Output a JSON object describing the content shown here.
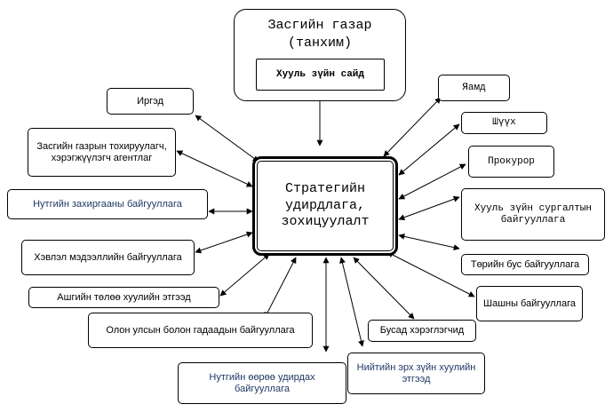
{
  "government": {
    "title": "Засгийн газар (танхим)",
    "law_council": "Хууль зүйн сайд"
  },
  "center": {
    "label": "Стратегийн удирдлага, зохицуулалт"
  },
  "nodes": {
    "citizens": "Иргэд",
    "gov_agencies": "Засгийн газрын тохируулагч, хэрэгжүүлэгч агентлаг",
    "local_admin": "Нутгийн захиргааны байгууллага",
    "media": "Хэвлэл мэдээллийн байгууллага",
    "paid_lawyers": "Ашгийн төлөө хуулийн этгээд",
    "intl_orgs": "Олон улсын болон гадаадын байгууллага",
    "local_self_gov": "Нутгийн өөрөө удирдах байгууллага",
    "public_legal_entity": "Нийтийн эрх зүйн хуулийн этгээд",
    "other_users": "Бусад хэрэглэгчид",
    "religious": "Шашны байгууллага",
    "ngo": "Төрийн бус байгууллага",
    "legal_training": "Хууль зүйн сургалтын байгууллага",
    "prosecutor": "Прокурор",
    "court": "Шүүх",
    "ministry": "Яамд"
  }
}
